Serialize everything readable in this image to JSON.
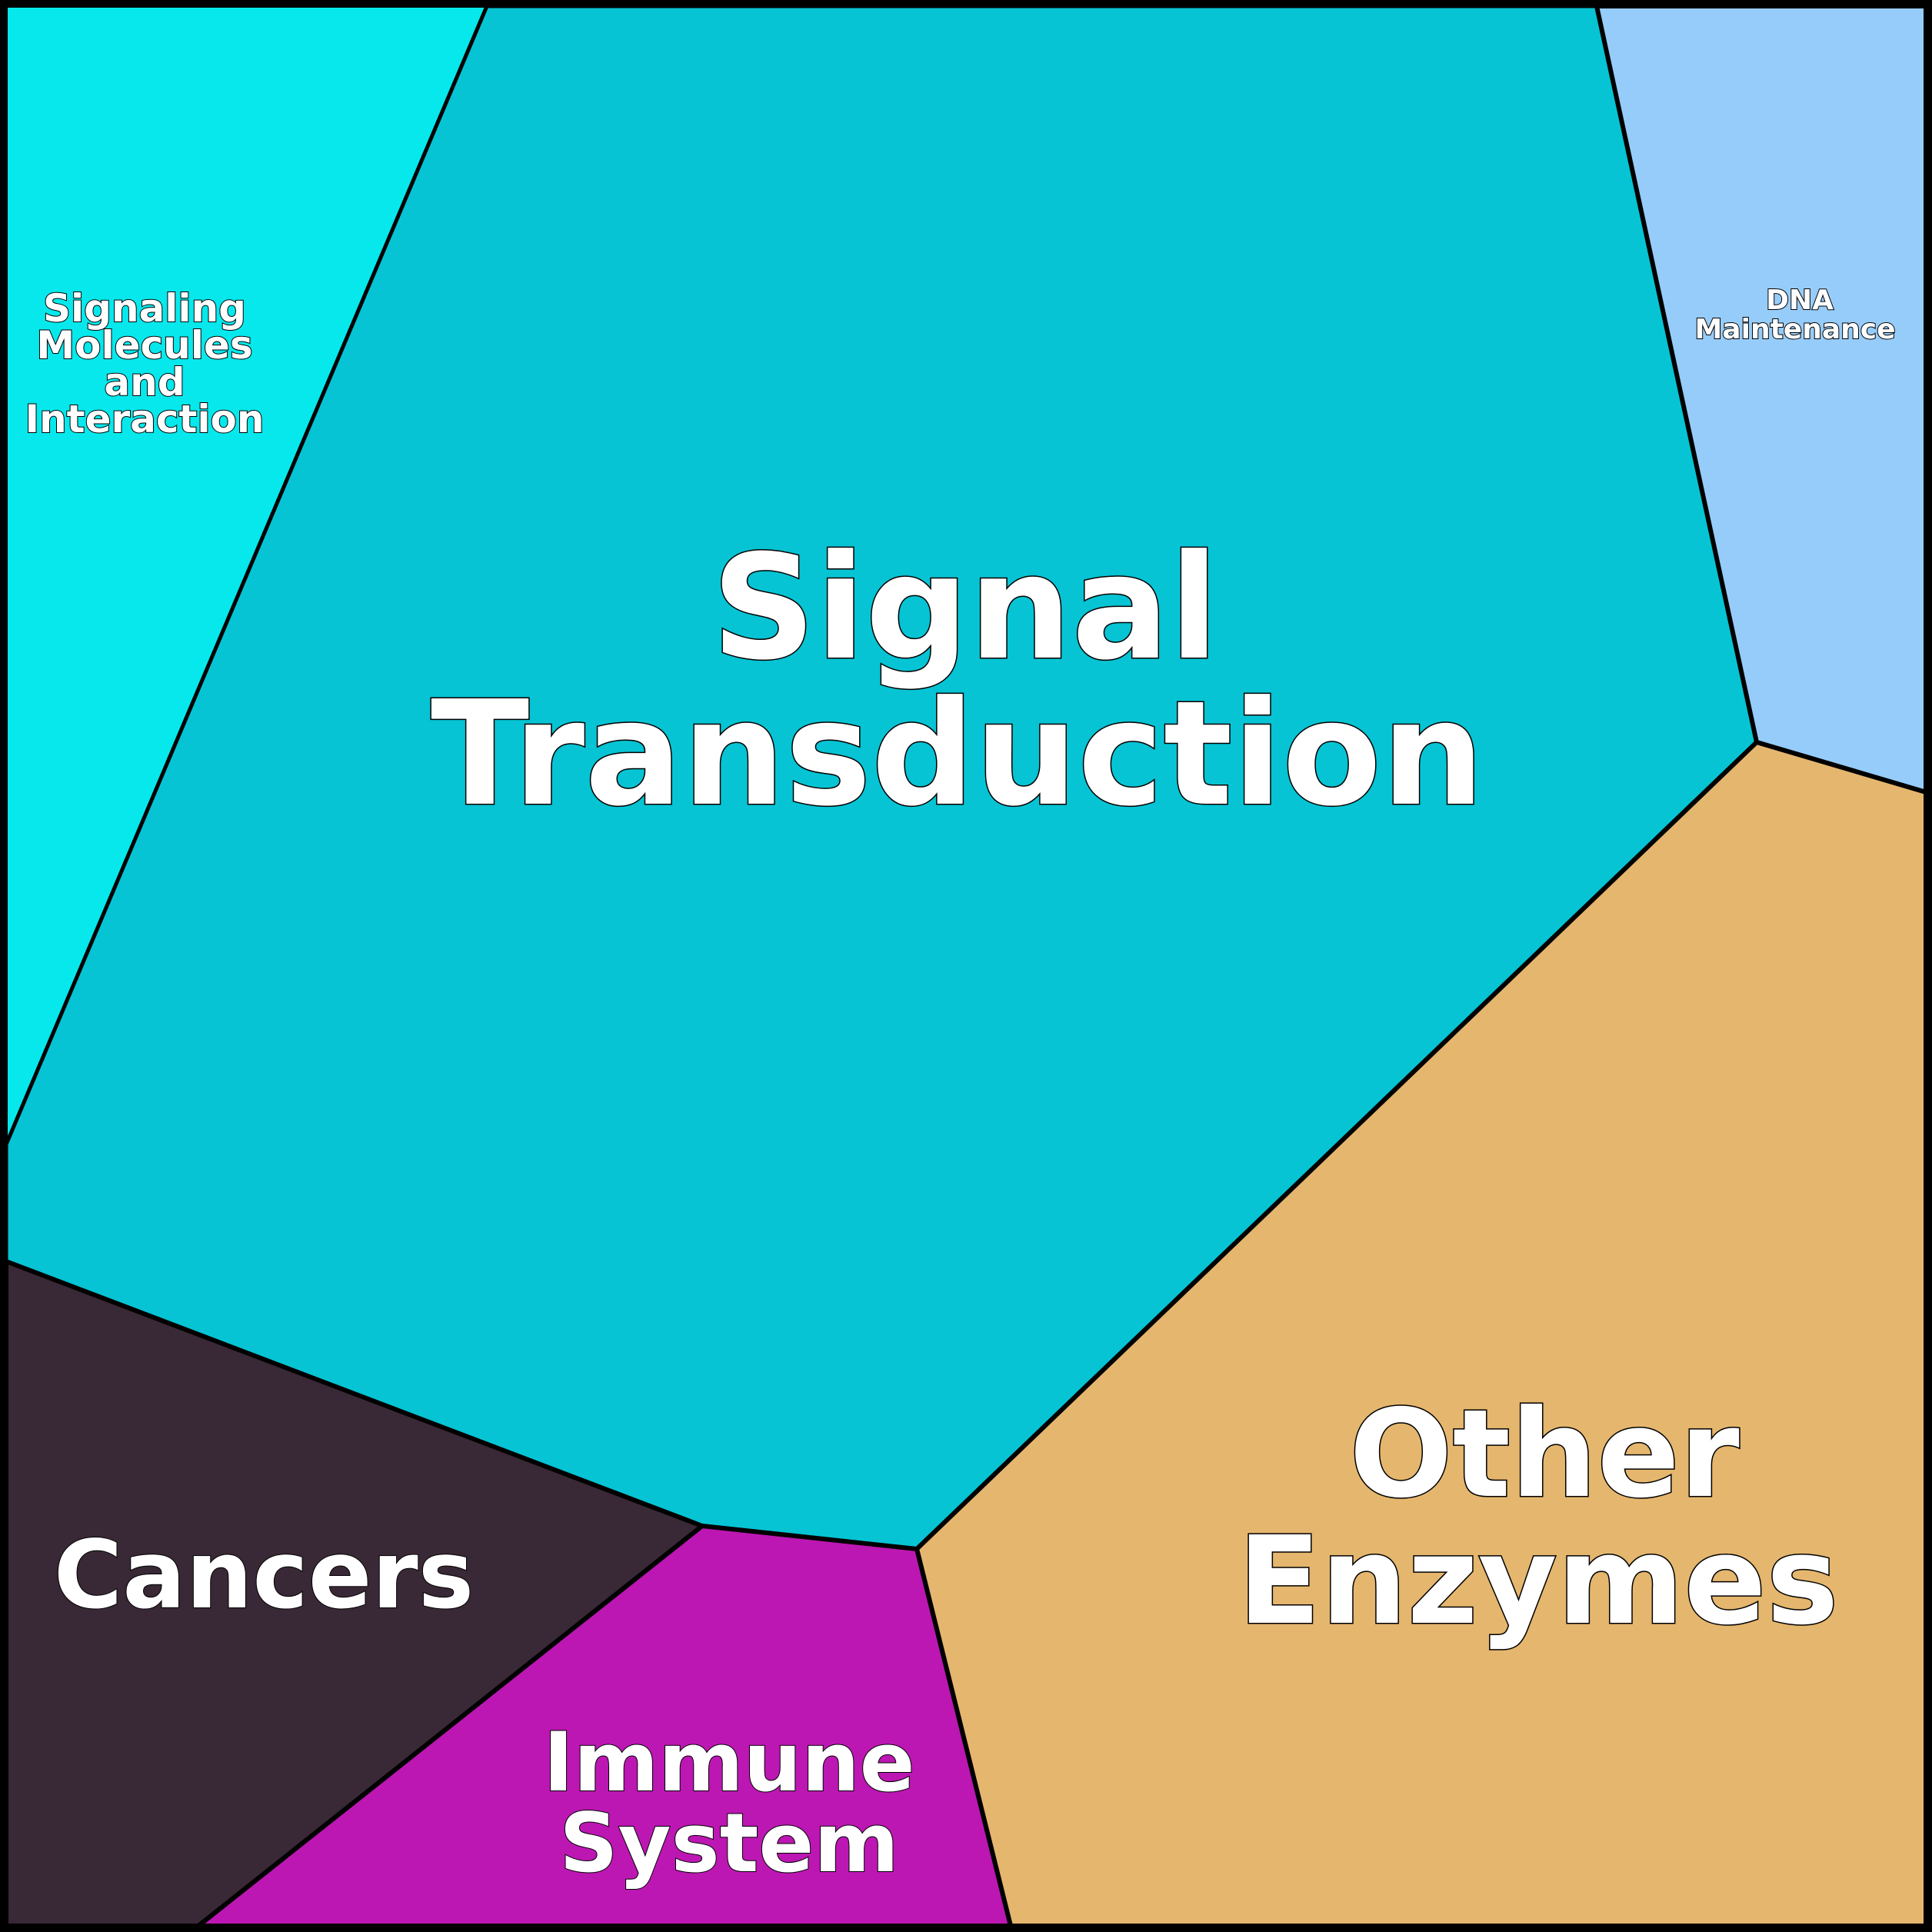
{
  "colors": {
    "border": "#000000",
    "label_text": "#ffffff",
    "signaling_molecules": "#06e8ec",
    "signal_transduction": "#06c4d4",
    "dna_maintenance": "#96ccfa",
    "other_enzymes": "#e5b66e",
    "cancers": "#392835",
    "immune_system": "#bc17b3"
  },
  "cells": {
    "signaling_molecules": {
      "label_lines": [
        "Signaling",
        "Molecules",
        "and",
        "Interaction"
      ]
    },
    "signal_transduction": {
      "label_lines": [
        "Signal",
        "Transduction"
      ]
    },
    "dna_maintenance": {
      "label_lines": [
        "DNA",
        "Maintenance"
      ]
    },
    "other_enzymes": {
      "label_lines": [
        "Other",
        "Enzymes"
      ]
    },
    "cancers": {
      "label_lines": [
        "Cancers"
      ]
    },
    "immune_system": {
      "label_lines": [
        "Immune",
        "System"
      ]
    }
  }
}
